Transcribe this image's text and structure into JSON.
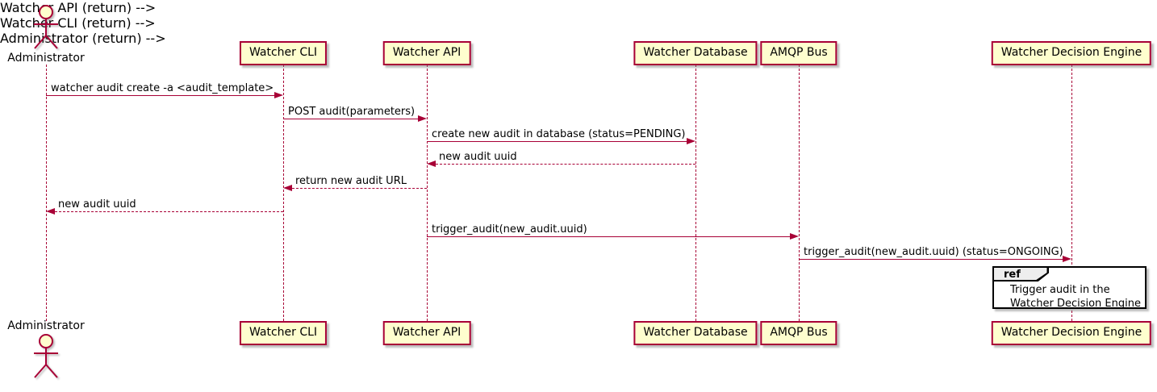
{
  "colors": {
    "participant_fill": "#FEFECE",
    "accent_border": "#A80036",
    "ref_header_fill": "#EEEEEE",
    "ref_border": "#000000",
    "text": "#000000"
  },
  "actor": {
    "label": "Administrator"
  },
  "participants": [
    {
      "id": "watcher-cli",
      "label": "Watcher CLI"
    },
    {
      "id": "watcher-api",
      "label": "Watcher API"
    },
    {
      "id": "watcher-database",
      "label": "Watcher Database"
    },
    {
      "id": "amqp-bus",
      "label": "AMQP Bus"
    },
    {
      "id": "watcher-decision-engine",
      "label": "Watcher Decision Engine"
    }
  ],
  "messages": [
    {
      "from": "Administrator",
      "to": "Watcher CLI",
      "text": "watcher audit create -a <audit_template>",
      "line": "solid"
    },
    {
      "from": "Watcher CLI",
      "to": "Watcher API",
      "text": "POST audit(parameters)",
      "line": "solid"
    },
    {
      "from": "Watcher API",
      "to": "Watcher Database",
      "text": "create new audit in database (status=PENDING)",
      "line": "solid"
    },
    {
      "from": "Watcher Database",
      "to": "Watcher API",
      "text": "new audit uuid",
      "line": "dashed"
    },
    {
      "from": "Watcher API",
      "to": "Watcher CLI",
      "text": "return new audit URL",
      "line": "dashed"
    },
    {
      "from": "Watcher CLI",
      "to": "Administrator",
      "text": "new audit uuid",
      "line": "dashed"
    },
    {
      "from": "Watcher API",
      "to": "AMQP Bus",
      "text": "trigger_audit(new_audit.uuid)",
      "line": "solid"
    },
    {
      "from": "AMQP Bus",
      "to": "Watcher Decision Engine",
      "text": "trigger_audit(new_audit.uuid) (status=ONGOING)",
      "line": "solid"
    }
  ],
  "ref": {
    "keyword": "ref",
    "lines": [
      "Trigger audit in the",
      "Watcher Decision Engine"
    ]
  }
}
